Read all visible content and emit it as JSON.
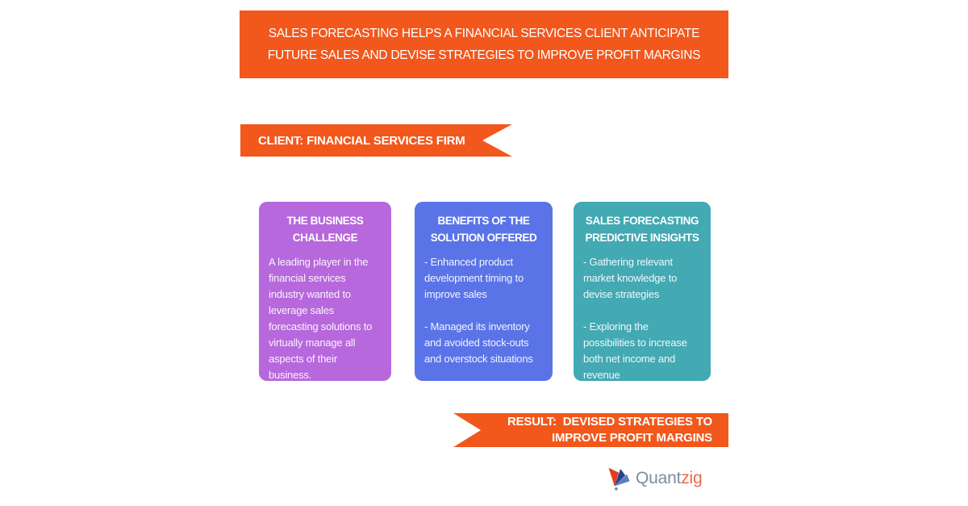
{
  "colors": {
    "orange": "#F2571C",
    "white": "#FFFFFF",
    "logo_quant": "#7B8DA0",
    "logo_zig": "#ED6A4A",
    "logo_icon_red": "#E03E23",
    "logo_icon_navy": "#27418F",
    "logo_icon_blue": "#5C7FBF"
  },
  "header": {
    "title_line1": "SALES FORECASTING HELPS A FINANCIAL SERVICES CLIENT ANTICIPATE",
    "title_line2": "FUTURE SALES AND DEVISE STRATEGIES TO IMPROVE PROFIT MARGINS"
  },
  "client_ribbon": {
    "label": "CLIENT: FINANCIAL SERVICES FIRM"
  },
  "cards": [
    {
      "color": "#B768DC",
      "title_line1": "THE BUSINESS",
      "title_line2": "CHALLENGE",
      "body": [
        "A leading player in the financial services industry wanted to leverage sales forecasting solutions to virtually manage all aspects of their business."
      ]
    },
    {
      "color": "#5A74E8",
      "title_line1": "BENEFITS OF THE",
      "title_line2": "SOLUTION OFFERED",
      "body": [
        "- Enhanced product development timing to improve sales",
        "- Managed its inventory and avoided stock-outs and overstock situations"
      ]
    },
    {
      "color": "#43A9B3",
      "title_line1": "SALES FORECASTING",
      "title_line2": "PREDICTIVE INSIGHTS",
      "body": [
        "- Gathering relevant market knowledge to devise strategies",
        "- Exploring the possibilities to increase both net income and revenue"
      ]
    }
  ],
  "result_ribbon": {
    "line1": "RESULT:  DEVISED STRATEGIES TO",
    "line2": "IMPROVE PROFIT MARGINS"
  },
  "logo": {
    "part1": "Quant",
    "part2": "zig"
  }
}
